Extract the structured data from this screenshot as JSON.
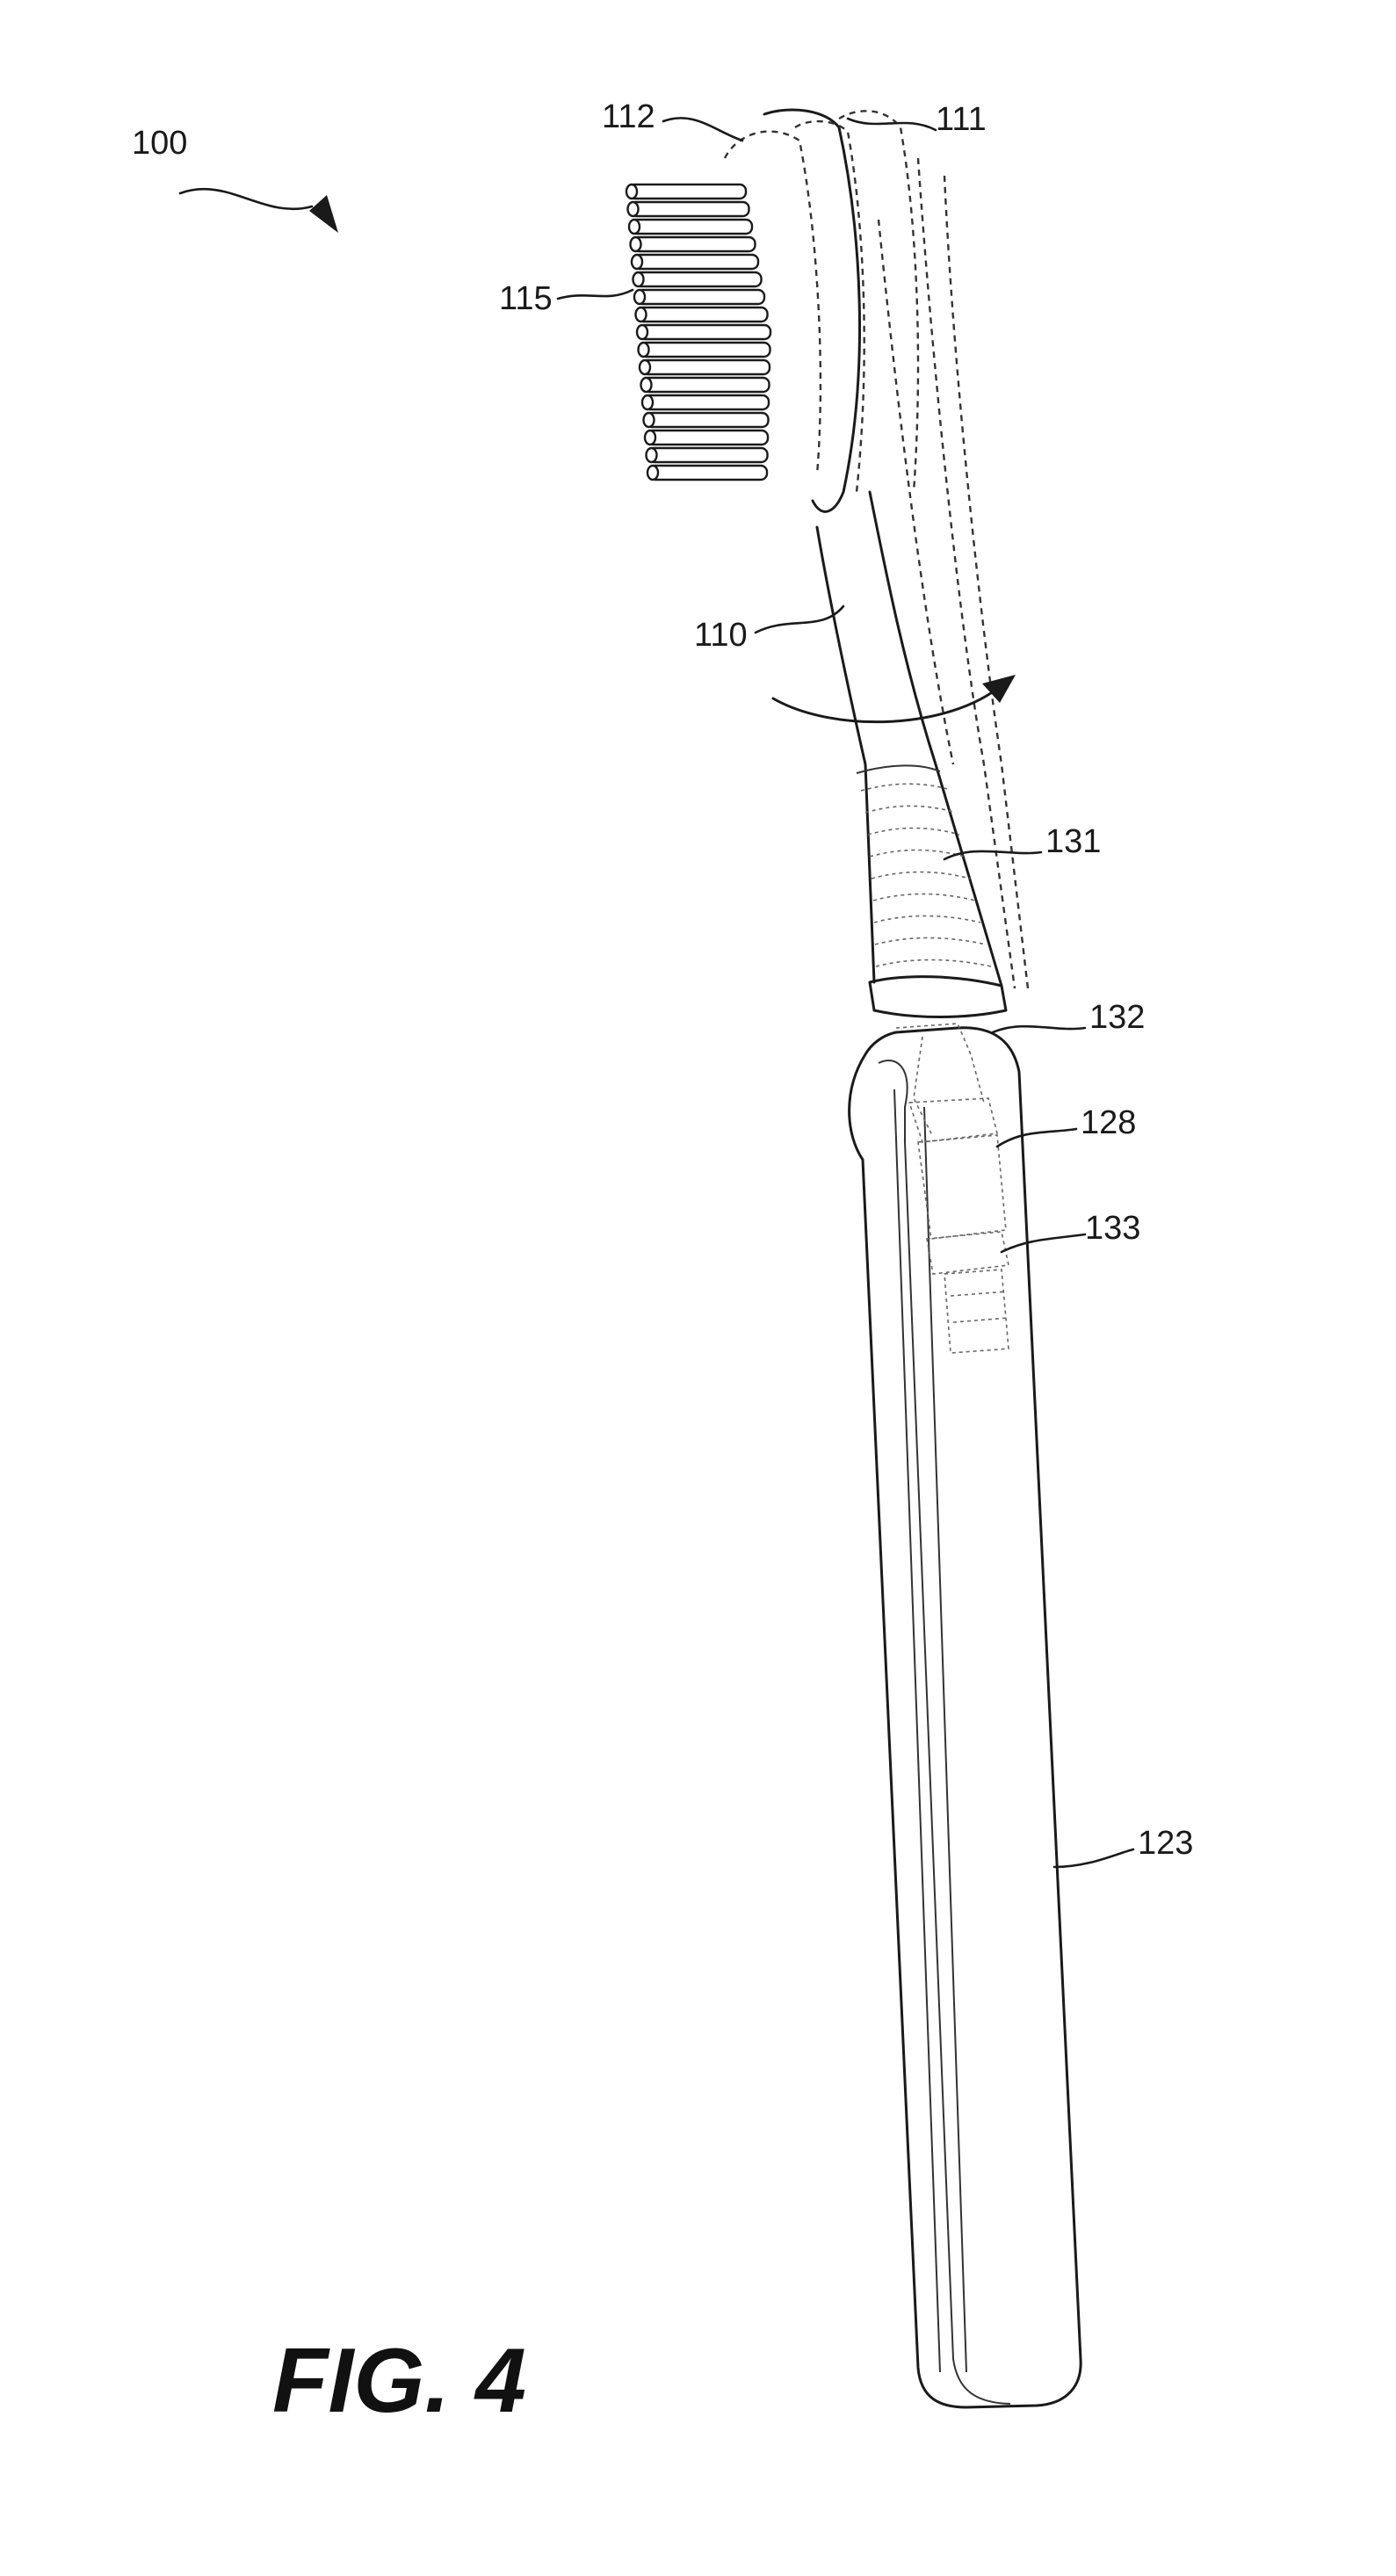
{
  "figure": {
    "title": "FIG. 4",
    "labels": {
      "ref_100": "100",
      "ref_111": "111",
      "ref_112": "112",
      "ref_115": "115",
      "ref_110": "110",
      "ref_131": "131",
      "ref_132": "132",
      "ref_128": "128",
      "ref_133": "133",
      "ref_123": "123"
    }
  }
}
